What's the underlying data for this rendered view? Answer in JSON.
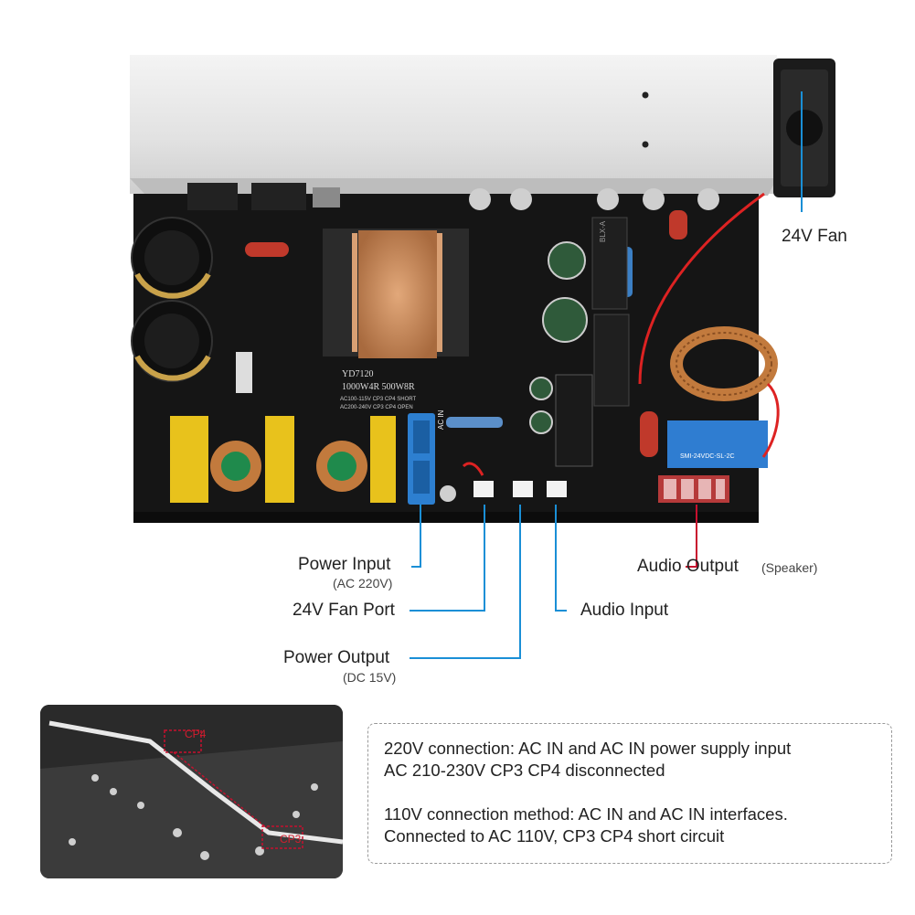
{
  "labels": {
    "fan": "24V Fan",
    "power_input": "Power Input",
    "power_input_sub": "(AC 220V)",
    "fan_port": "24V Fan Port",
    "power_output": "Power Output",
    "power_output_sub": "(DC 15V)",
    "audio_output": "Audio Output",
    "audio_output_sub": "(Speaker)",
    "audio_input": "Audio Input"
  },
  "board_text": {
    "model": "YD7120",
    "rating": "1000W4R  500W8R",
    "ac_in": "AC IN",
    "blx": "BLX-A",
    "relay": "SMI-24VDC-SL-2C",
    "ac_note_1": "AC100-115V  CP3 CP4  SHORT",
    "ac_note_2": "AC200-240V  CP3 CP4  OPEN"
  },
  "inset": {
    "cp4": "CP4",
    "cp3": "CP3"
  },
  "note": {
    "line1": "220V connection: AC IN and AC IN power supply input",
    "line2": "AC 210-230V CP3 CP4 disconnected",
    "line3": "110V connection method: AC IN and AC IN interfaces.",
    "line4": "Connected to AC 110V, CP3 CP4 short circuit"
  },
  "colors": {
    "callout_blue": "#1a8fd6",
    "callout_red": "#c8102e",
    "pcb": "#141414",
    "heatsink": "#e6e6e6",
    "transformer_copper": "#c98a5a",
    "filter_cap_yellow": "#e8c21c",
    "toroid_green": "#1f8a4c"
  }
}
